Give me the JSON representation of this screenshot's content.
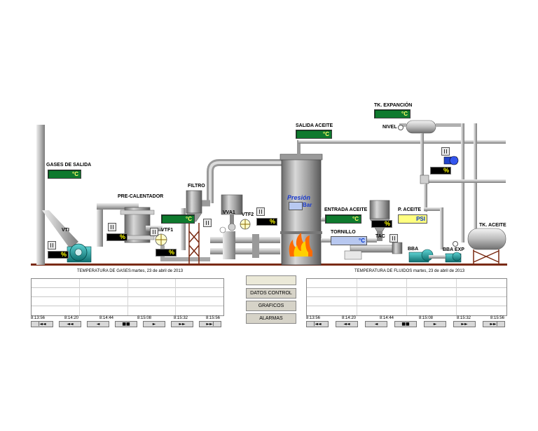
{
  "labels": {
    "gases_salida": "GASES DE SALIDA",
    "pre_calentador": "PRE-CALENTADOR",
    "filtro": "FILTRO",
    "salida_aceite": "SALIDA ACEITE",
    "tk_expancion": "TK. EXPANCIÓN",
    "nivel": "NIVEL",
    "entrada_aceite": "ENTRADA ACEITE",
    "p_aceite": "P. ACEITE",
    "tk_aceite": "TK. ACEITE",
    "tornillo": "TORNILLO",
    "tac": "TAC",
    "bba": "BBA",
    "bba_exp": "BBA EXP",
    "vti": "VTI",
    "vtf1": "VTF1",
    "vva1": "VVA1",
    "vtf2": "VTF2",
    "presion": "Presión"
  },
  "units": {
    "celsius": "°C",
    "percent": "%",
    "bar": "Bar",
    "psi": "PSI"
  },
  "trend_left": {
    "title": "TEMPERATURA DE GASES",
    "date": "martes, 23 de abril de 2013",
    "times": [
      "8:13:56",
      "8:14:20",
      "8:14:44",
      "8:15:08",
      "8:15:32",
      "8:15:56"
    ]
  },
  "trend_right": {
    "title": "TEMPERATURA DE FLUIDOS",
    "date": "martes, 23 de abril de 2013",
    "times": [
      "8:13:56",
      "8:14:20",
      "8:14:44",
      "8:15:08",
      "8:15:32",
      "8:15:56"
    ]
  },
  "nav_glyphs": [
    "|◄◄",
    "◄◄",
    "◄",
    "■■",
    "►",
    "►►",
    "►►|"
  ],
  "menu": {
    "datos_control": "DATOS CONTROL",
    "graficos": "GRAFICOS",
    "alarmas": "ALARMAS"
  },
  "colors": {
    "display_green": "#0f7a2e",
    "display_unit": "#ffff66",
    "pipe_gray": "#b4b4b4",
    "fire": "#ff6a00",
    "pump_teal": "#1fa0a0",
    "setpoint_blue": "#b8c8f0",
    "setpoint_yellow": "#ffff80",
    "floor_brown": "#7a2a12"
  }
}
